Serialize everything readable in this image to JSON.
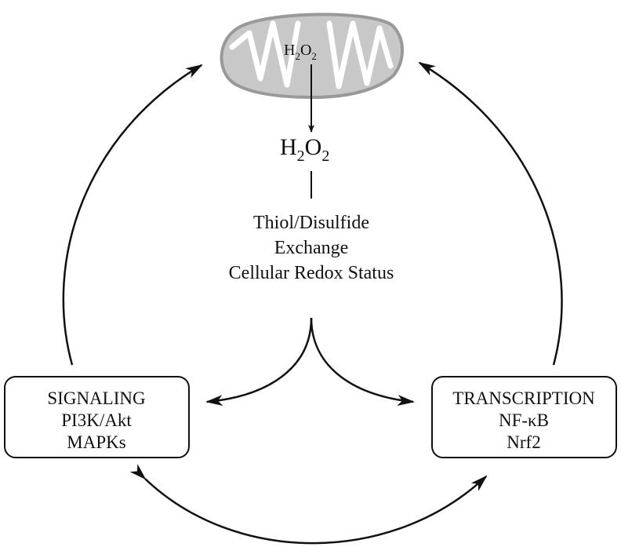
{
  "mito_label": {
    "base": "H",
    "sub1": "2",
    "mid": "O",
    "sub2": "2"
  },
  "h2o2_label": {
    "base": "H",
    "sub1": "2",
    "mid": "O",
    "sub2": "2"
  },
  "center_lines": [
    "Thiol/Disulfide",
    "Exchange",
    "Cellular Redox Status"
  ],
  "signaling": {
    "lines": [
      "SIGNALING",
      "PI3K/Akt",
      "MAPKs"
    ]
  },
  "transcription": {
    "lines": [
      "TRANSCRIPTION",
      "NF-κB",
      "Nrf2"
    ]
  },
  "colors": {
    "mitochondrion_fill": "#c8c8c8",
    "mitochondrion_stroke": "#999999",
    "ink": "#111111"
  }
}
